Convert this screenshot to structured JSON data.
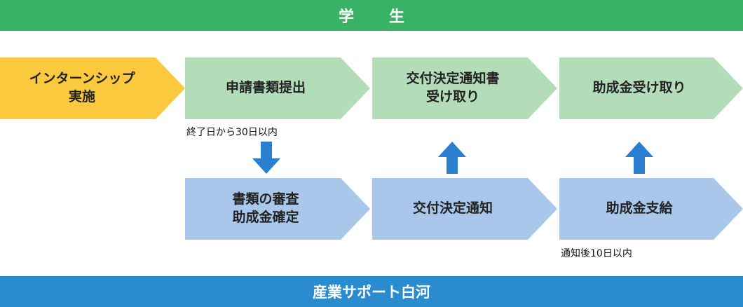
{
  "header": {
    "title": "学　生"
  },
  "footer": {
    "title": "産業サポート白河"
  },
  "steps_top": [
    {
      "label": "インターンシップ\n実施"
    },
    {
      "label": "申請書類提出"
    },
    {
      "label": "交付決定通知書\n受け取り"
    },
    {
      "label": "助成金受け取り"
    }
  ],
  "steps_bottom": [
    {
      "label": "書類の審査\n助成金確定"
    },
    {
      "label": "交付決定通知"
    },
    {
      "label": "助成金支給"
    }
  ],
  "notes": {
    "submit_deadline": "終了日から30日以内",
    "payment_deadline": "通知後10日以内"
  },
  "colors": {
    "student_band": "#38b264",
    "support_band": "#2a8bcf",
    "internship_step": "#fbc93d",
    "student_step": "#b3ddb8",
    "support_step": "#a9c7ea",
    "arrow": "#2a7fd0"
  }
}
